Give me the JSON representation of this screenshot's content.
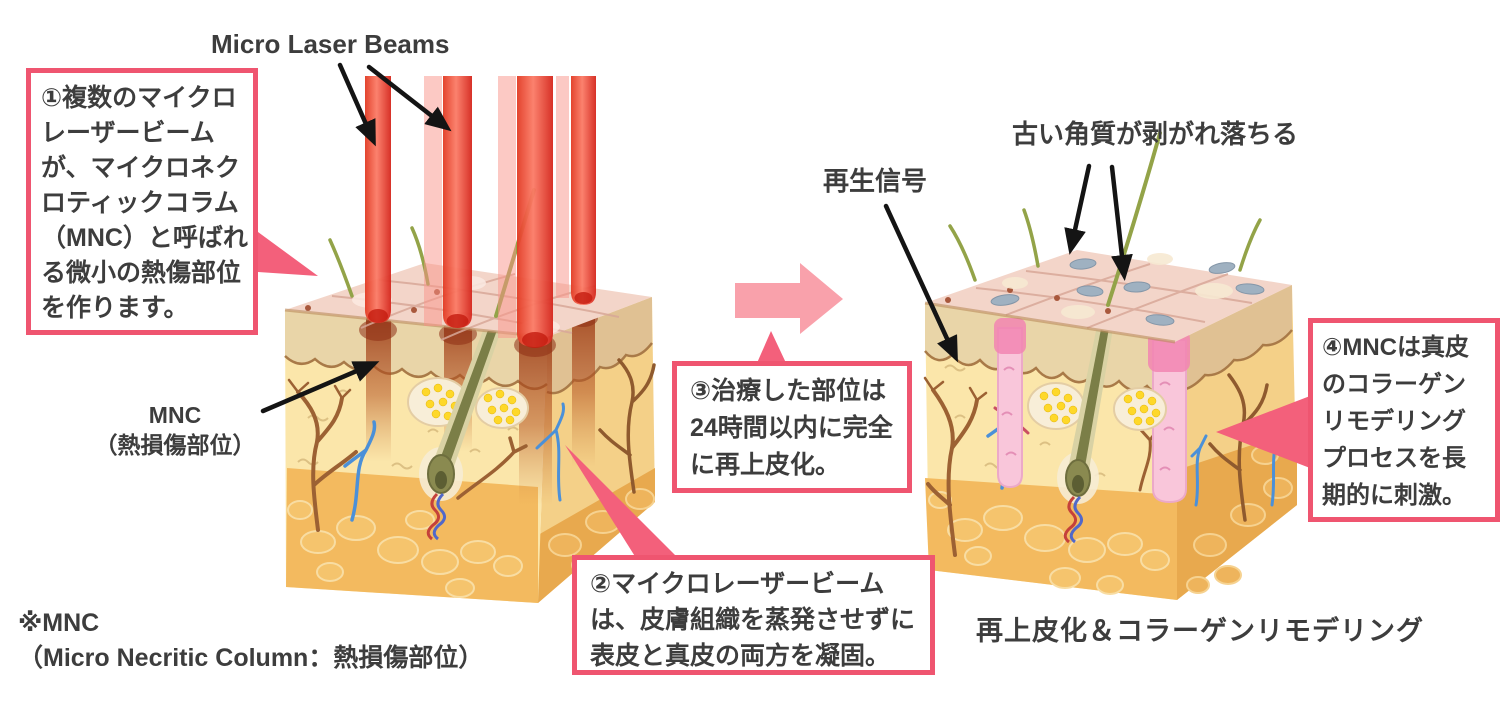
{
  "colors": {
    "callout_border": "#ef5570",
    "callout_text": "#3d3d3d",
    "flow_arrow": "#f9a1ab",
    "wedge": "#f3607b",
    "black_arrow": "#141414"
  },
  "labels": {
    "micro_laser_beams": "Micro Laser Beams",
    "mnc": "MNC\n（熱損傷部位）",
    "regeneration_signal": "再生信号",
    "old_keratin": "古い角質が剥がれ落ちる",
    "result_caption": "再上皮化＆コラーゲンリモデリング",
    "footnote": "※MNC\n（Micro Necritic Column：熱損傷部位）"
  },
  "callouts": {
    "step1": "①複数のマイクロ\nレーザービーム\nが、マイクロネク\nロティックコラム\n（MNC）と呼ばれ\nる微小の熱傷部位\nを作ります。",
    "step2": "②マイクロレーザービーム\nは、皮膚組織を蒸発させずに\n表皮と真皮の両方を凝固。",
    "step3": "③治療した部位は\n24時間以内に完全\nに再上皮化。",
    "step4": "④MNCは真皮\nのコラーゲン\nリモデリング\nプロセスを長\n期的に刺激。"
  }
}
